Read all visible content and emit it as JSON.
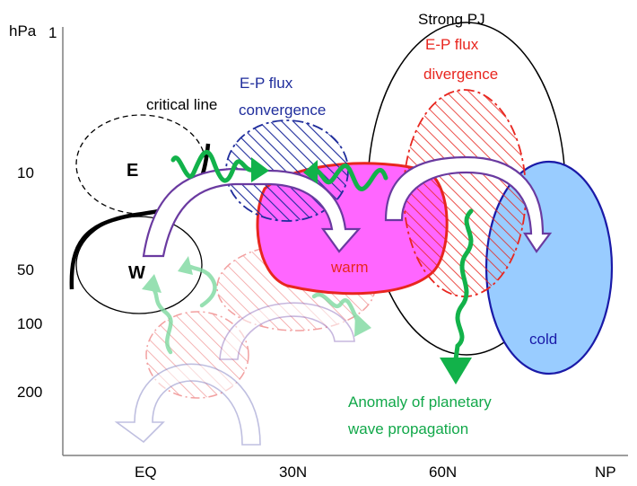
{
  "axis": {
    "y_unit": "hPa",
    "y_ticks": [
      "1",
      "10",
      "50",
      "100",
      "200"
    ],
    "x_ticks": [
      "EQ",
      "30N",
      "60N",
      "NP"
    ]
  },
  "labels": {
    "critical_line": "critical line",
    "ep_convergence": [
      "E-P flux",
      "convergence"
    ],
    "ep_divergence": [
      "E-P flux",
      "divergence"
    ],
    "strong_pj": "Strong PJ",
    "easterly": "E",
    "westerly": "W",
    "warm": "warm",
    "cold": "cold",
    "anomaly": [
      "Anomaly of planetary",
      "wave propagation"
    ]
  },
  "colors": {
    "convergence": "#1f2d9c",
    "divergence": "#e8261f",
    "warm_fill": "#ff66ff",
    "cold_fill": "#99ccff",
    "cold_edge": "#1a1aa8",
    "arrow_purple": "#6a3aa0",
    "wave_green": "#12b24a",
    "anomaly_text": "#12a84a"
  }
}
